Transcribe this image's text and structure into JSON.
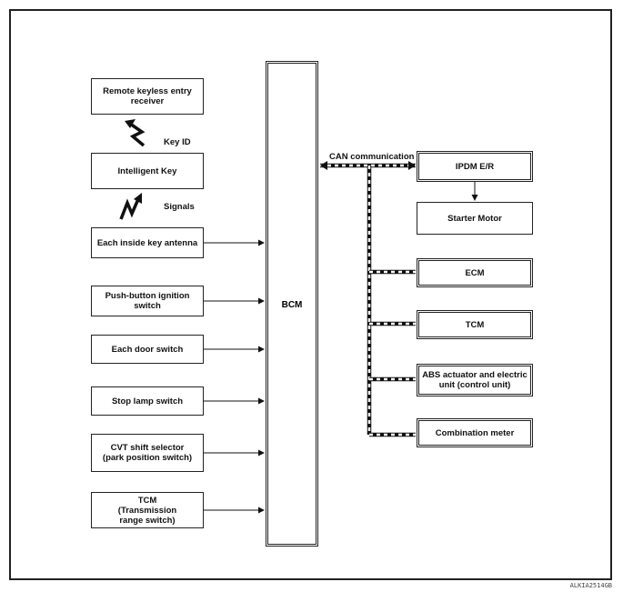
{
  "inputs": [
    {
      "id": "remote-keyless",
      "label": "Remote keyless entry\nreceiver"
    },
    {
      "id": "intelligent-key",
      "label": "Intelligent Key"
    },
    {
      "id": "key-antenna",
      "label": "Each inside key antenna"
    },
    {
      "id": "push-button",
      "label": "Push-button ignition\nswitch"
    },
    {
      "id": "door-switch",
      "label": "Each door switch"
    },
    {
      "id": "stop-lamp",
      "label": "Stop lamp switch"
    },
    {
      "id": "cvt-selector",
      "label": "CVT shift selector\n(park position switch)"
    },
    {
      "id": "tcm-range",
      "label": "TCM\n(Transmission\nrange switch)"
    }
  ],
  "signal_labels": {
    "key_id": "Key ID",
    "signals": "Signals"
  },
  "bcm": {
    "label": "BCM"
  },
  "can": {
    "label": "CAN communication"
  },
  "outputs": [
    {
      "id": "ipdm",
      "label": "IPDM E/R"
    },
    {
      "id": "starter",
      "label": "Starter Motor"
    },
    {
      "id": "ecm",
      "label": "ECM"
    },
    {
      "id": "tcm",
      "label": "TCM"
    },
    {
      "id": "abs",
      "label": "ABS actuator and electric\nunit (control unit)"
    },
    {
      "id": "combo",
      "label": "Combination meter"
    }
  ],
  "figure_code": "ALKIA2514GB"
}
